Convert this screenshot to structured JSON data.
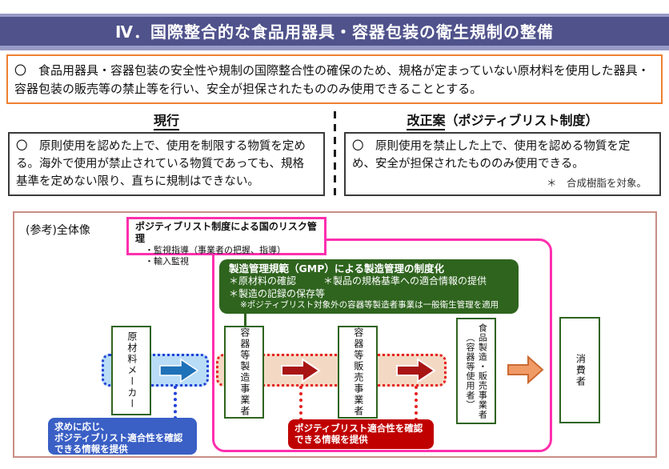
{
  "title": "Ⅳ．国際整合的な食品用器具・容器包装の衛生規制の整備",
  "summary": {
    "text": "〇　食品用器具・容器包装の安全性や規制の国際整合性の確保のため、規格が定まっていない原材料を使用した器具・容器包装の販売等の禁止等を行い、安全が担保されたもののみ使用できることとする。"
  },
  "current": {
    "heading": "現行",
    "text": "〇　原則使用を認めた上で、使用を制限する物質を定める。海外で使用が禁止されている物質であっても、規格基準を定めない限り、直ちに規制はできない。"
  },
  "revision": {
    "heading": "改正案",
    "heading_note": "（ポジティブリスト制度）",
    "text": "〇　原則使用を禁止した上で、使用を認める物質を定め、安全が担保されたもののみ使用できる。",
    "note": "＊　合成樹脂を対象。"
  },
  "overview": {
    "label": "(参考)全体像",
    "risk_box": {
      "title": "ポジティブリスト制度による国のリスク管理",
      "items": [
        "・監視指導（事業者の把握、指導）",
        "・輸入監視"
      ]
    },
    "gmp_box": {
      "title": "製造管理規範（GMP）による製造管理の制度化",
      "items": [
        "＊原材料の確認",
        "＊製品の規格基準への適合情報の提供",
        "＊製造の記録の保存等"
      ],
      "note": "※ポジティブリスト対象外の容器等製造者事業は一般衛生管理を適用"
    },
    "nodes": {
      "raw_material": "原材料メーカー",
      "container_maker": "容器等製造事業者",
      "container_seller": "容器等販売事業者",
      "food_maker_line1": "食品製造・販売事業者",
      "food_maker_line2": "（容器等使用者）",
      "consumer": "消費者"
    },
    "blue_note": {
      "lines": [
        "求めに応じ、",
        "ポジティブリスト適合性を確認",
        "できる情報を提供"
      ]
    },
    "red_note": {
      "lines": [
        "ポジティブリスト適合性を確認",
        "できる情報を提供"
      ]
    }
  },
  "colors": {
    "title_bar": "#4f528b",
    "title_trim": "#989bc6",
    "summary_border": "#f08030",
    "magenta": "#ff2fae",
    "panel_border": "#c98d85",
    "green_dark": "#2f641e",
    "blue_arrow": "#1f71b8",
    "blue_fill": "#b9dcf7",
    "blue_dotted": "#2142d6",
    "salmon_fill": "#f3d9c4",
    "red_dotted": "#e52222",
    "red_arrow": "#a91414",
    "orange_arrow": "#f09a66",
    "orange_arrow_border": "#cb6a33",
    "blue_note_bg": "#3a5fc5",
    "red_note_bg": "#c00000"
  }
}
